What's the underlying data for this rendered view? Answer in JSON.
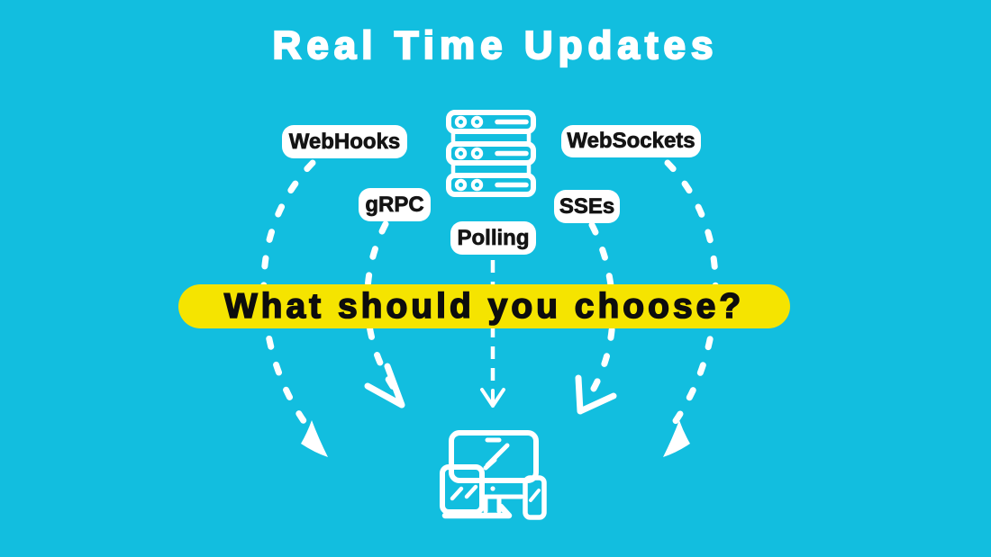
{
  "title": "Real Time Updates",
  "banner": {
    "question": "What should you choose?"
  },
  "labels": {
    "webhooks": "WebHooks",
    "websockets": "WebSockets",
    "grpc": "gRPC",
    "sses": "SSEs",
    "polling": "Polling"
  },
  "icons": {
    "server": "server-stack-icon",
    "devices": "multi-device-icon",
    "arrows": [
      "webhooks-arrow",
      "grpc-arrow",
      "polling-arrow",
      "sses-arrow",
      "websockets-arrow"
    ]
  },
  "colors": {
    "background": "#12BEDF",
    "banner_bg": "#F5E400",
    "banner_text": "#0D0D0D",
    "label_bg": "#FFFFFF",
    "label_text": "#141414",
    "lines": "#FFFFFF",
    "title_text": "#FFFFFF"
  }
}
